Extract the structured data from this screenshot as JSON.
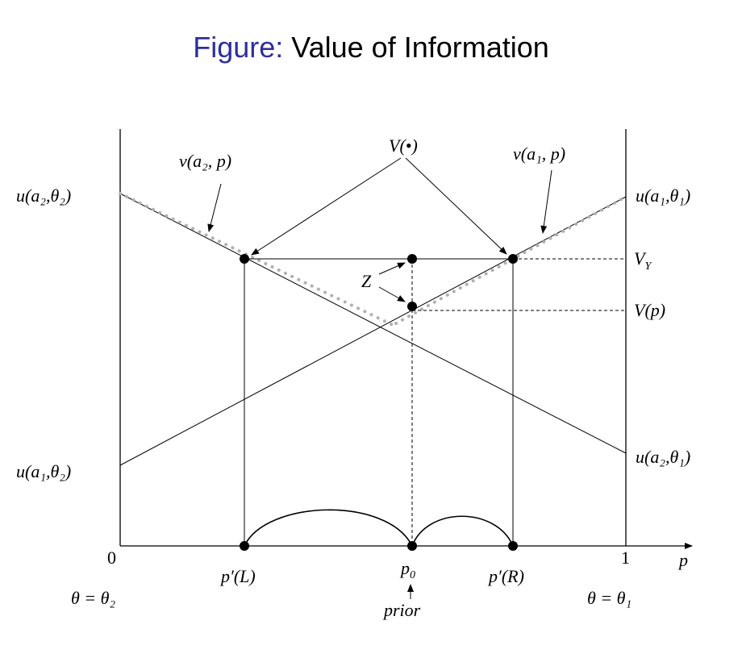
{
  "title": {
    "prefix": "Figure:",
    "text": "Value of Information"
  },
  "labels": {
    "v_bullet": "V(•)",
    "v_a2_p": "v(a₂, p)",
    "v_a1_p": "v(a₁, p)",
    "u_a2_th2": "u(a₂,θ₂)",
    "u_a1_th1": "u(a₁,θ₁)",
    "u_a1_th2": "u(a₁,θ₂)",
    "u_a2_th1": "u(a₂,θ₁)",
    "v_y": "V",
    "v_y_sub": "Y",
    "v_p": "V(p)",
    "z": "Z",
    "origin": "0",
    "one": "1",
    "p_axis": "p",
    "p_left": "p′(L)",
    "p0": "p",
    "p0_sub": "0",
    "p_right": "p′(R)",
    "prior": "prior",
    "theta_left": "θ = θ₂",
    "theta_right": "θ = θ₁"
  },
  "colors": {
    "title_prefix": "#2e2e9e",
    "dotted_envelope": "#b0b0b0",
    "ink": "#000000"
  }
}
